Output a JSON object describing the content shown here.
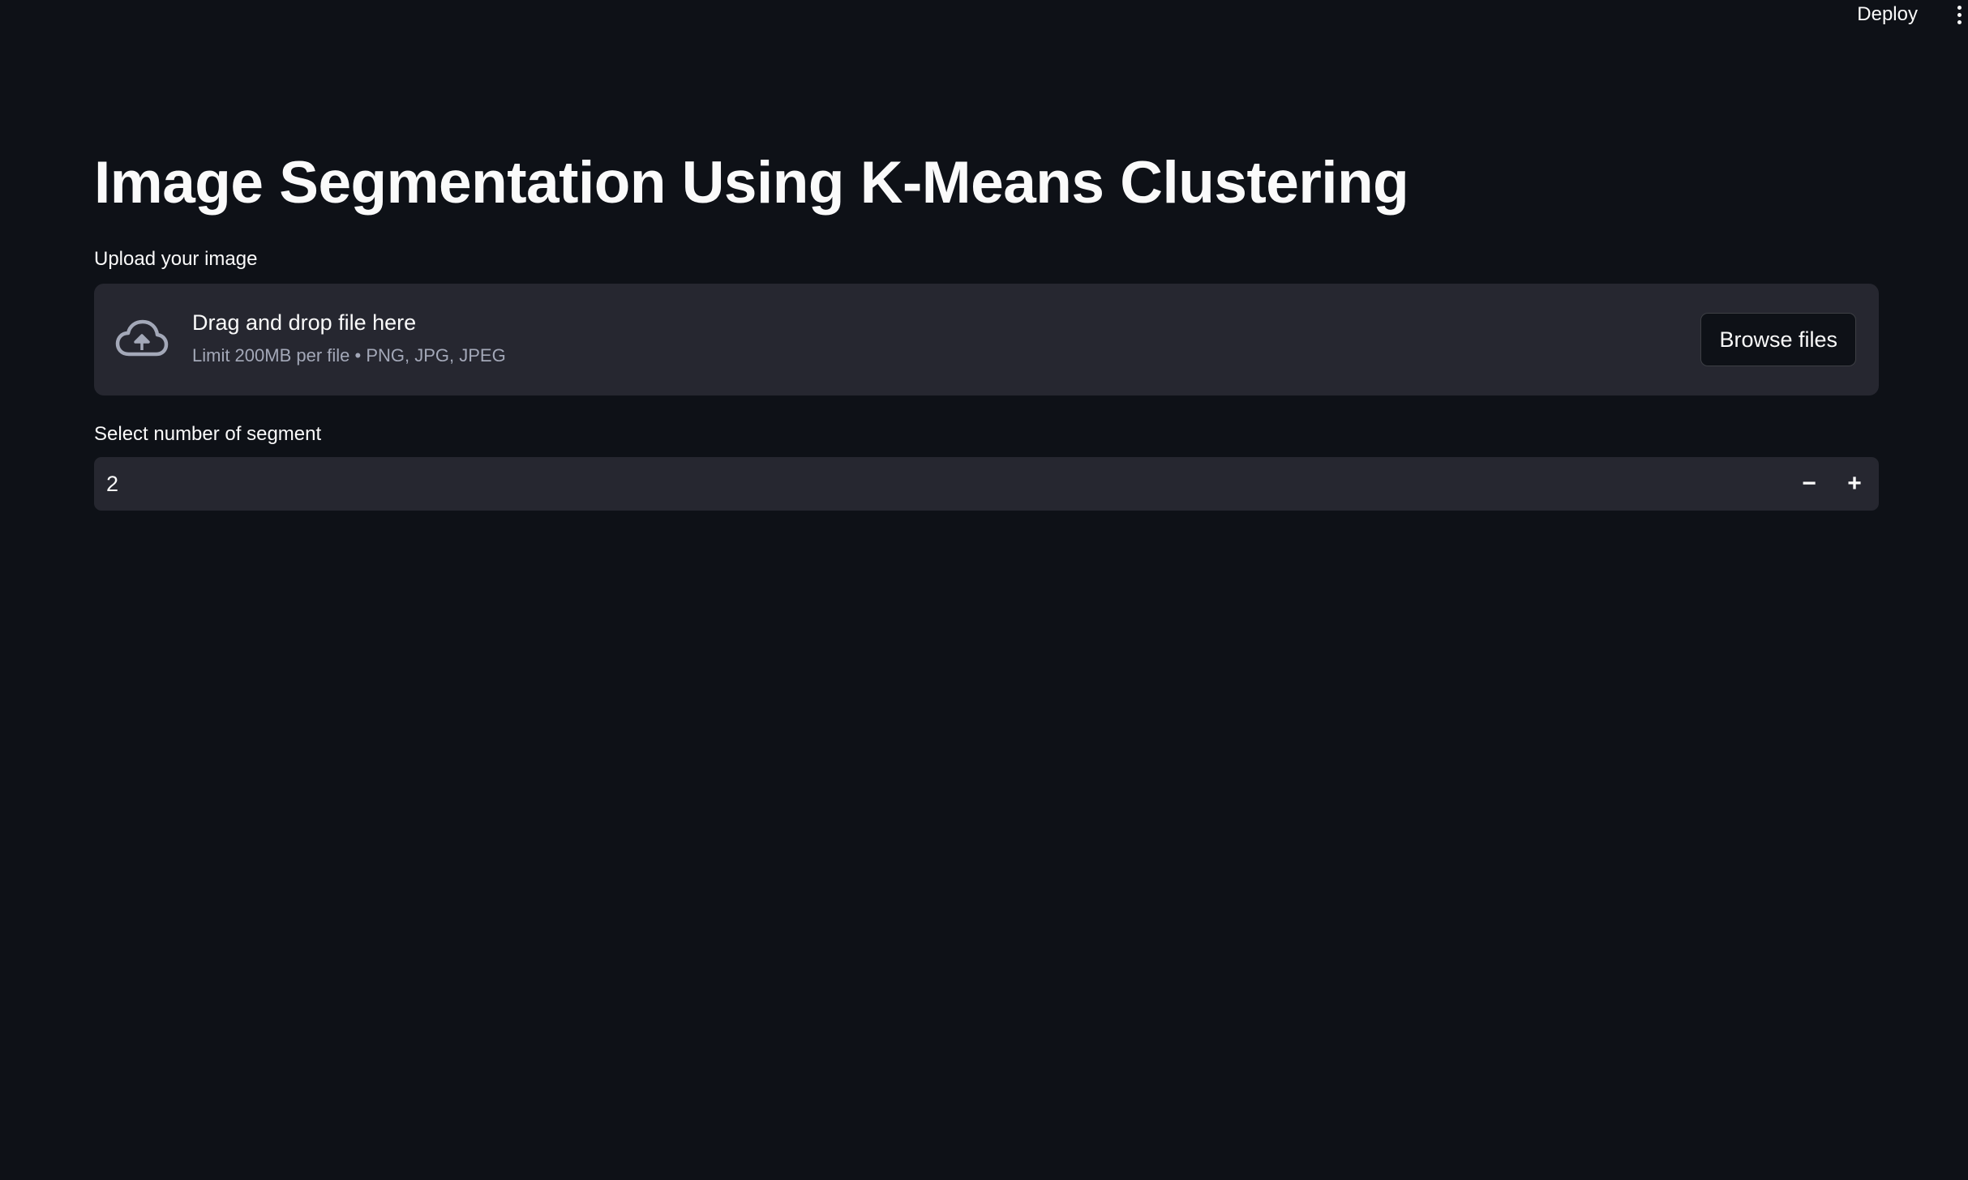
{
  "header": {
    "deploy_label": "Deploy",
    "menu_icon": "kebab-menu-icon"
  },
  "page": {
    "title": "Image Segmentation Using K-Means Clustering"
  },
  "uploader": {
    "label": "Upload your image",
    "icon": "cloud-upload-icon",
    "instructions": "Drag and drop file here",
    "limits": "Limit 200MB per file • PNG, JPG, JPEG",
    "browse_label": "Browse files"
  },
  "segments": {
    "label": "Select number of segment",
    "value": "2",
    "minus_symbol": "−",
    "plus_symbol": "+"
  },
  "colors": {
    "background": "#0e1117",
    "widget_background": "#262730",
    "text": "#fafafa",
    "muted_text": "#a3a8b8"
  }
}
